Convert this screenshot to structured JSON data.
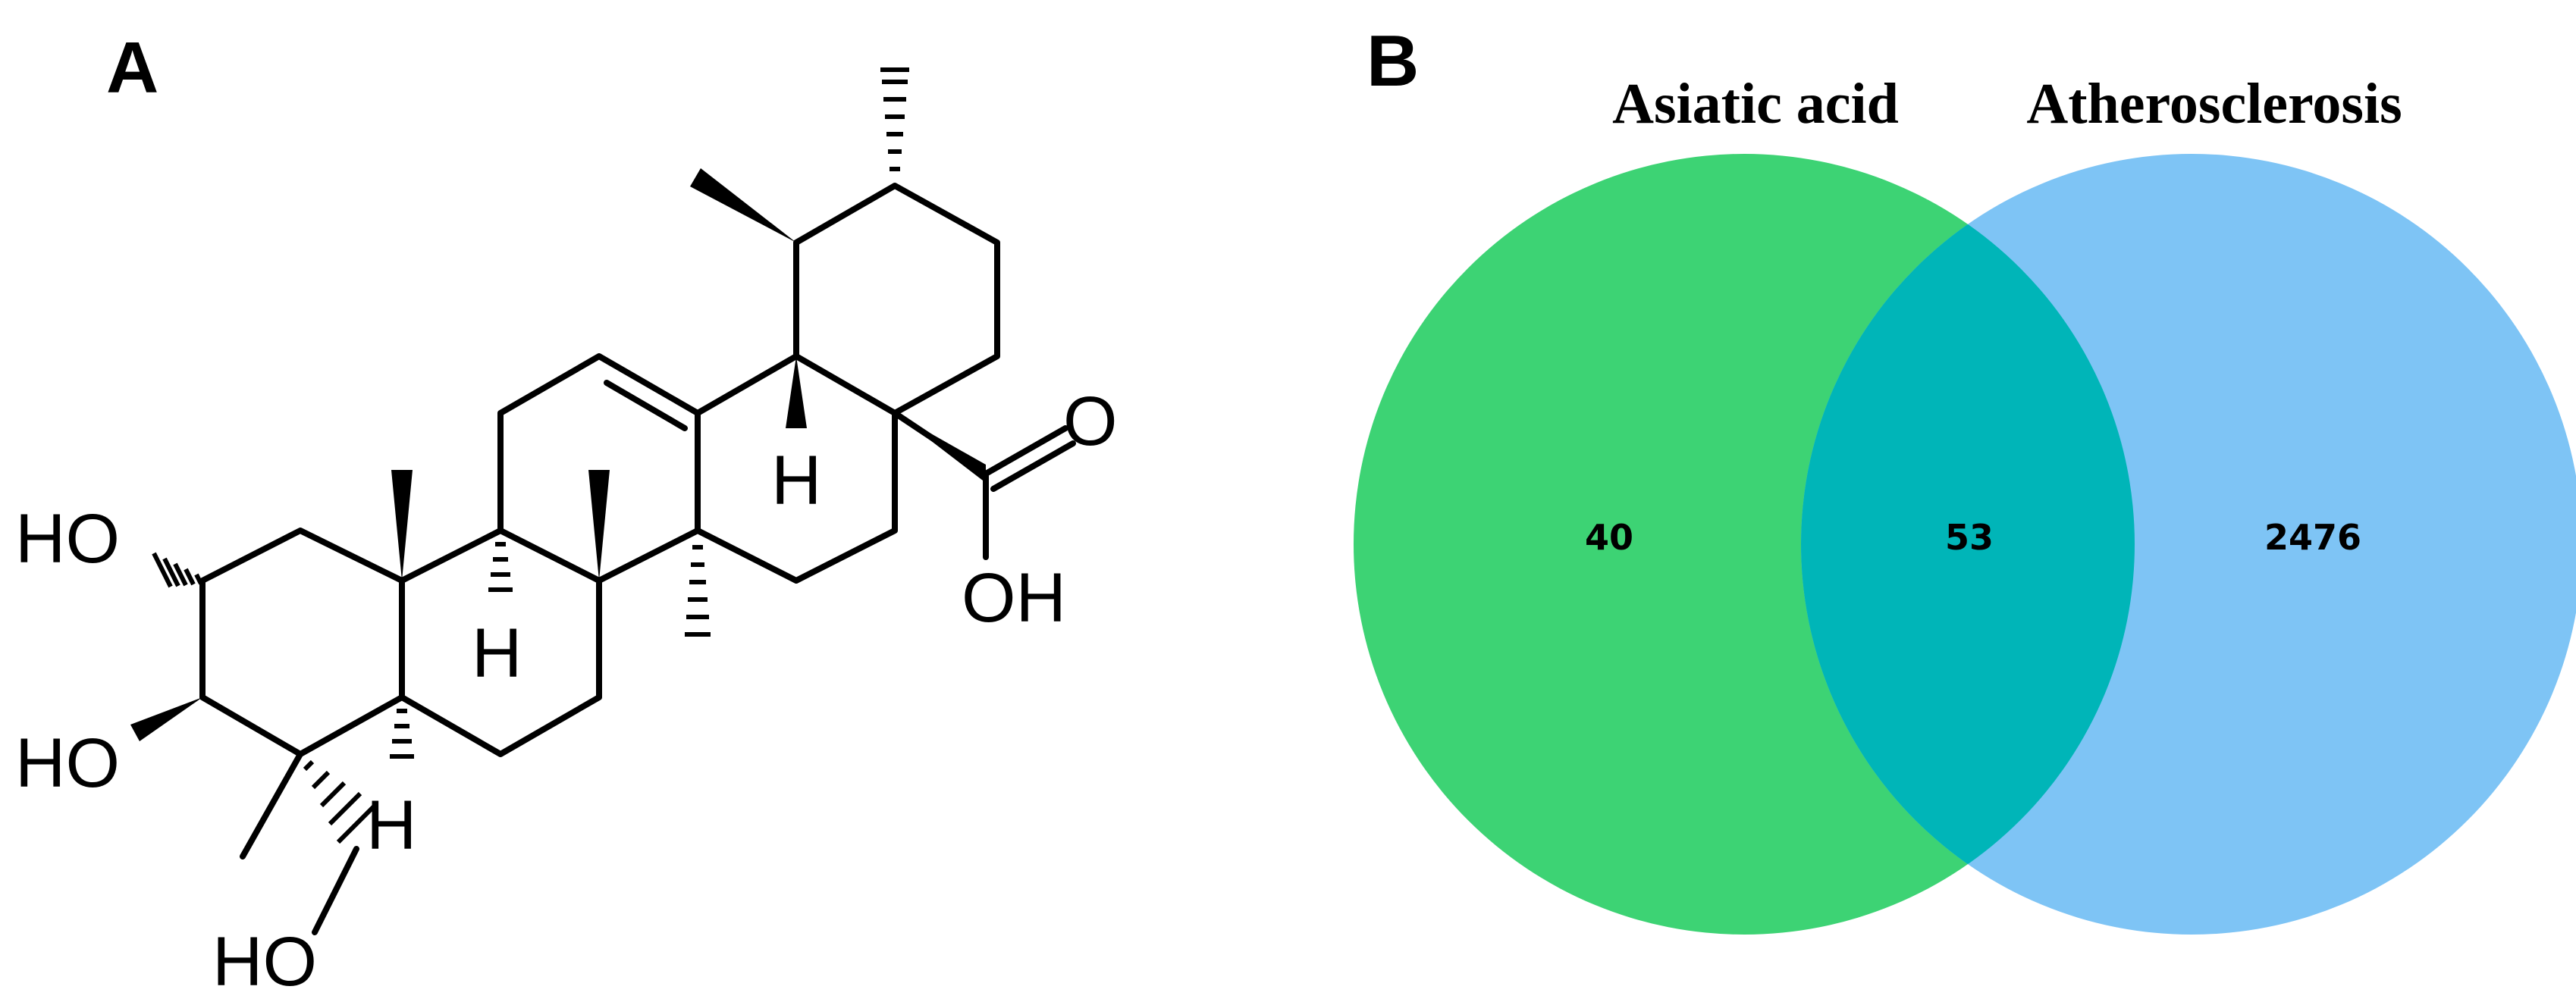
{
  "panel_a": {
    "label": "A",
    "atoms": {
      "ho_c2": "HO",
      "ho_c3": "HO",
      "ho_c23": "HO",
      "h_c5": "H",
      "h_c9": "H",
      "h_c18": "H",
      "carbonyl_o": "O",
      "carboxyl_oh": "OH"
    }
  },
  "panel_b": {
    "label": "B",
    "sets": [
      {
        "title": "Asiatic acid",
        "color": "#3dd374"
      },
      {
        "title": "Atherosclerosis",
        "color": "#7ec4f5"
      }
    ],
    "overlap_color": "#00b5b8",
    "counts": {
      "only_left": "40",
      "overlap": "53",
      "only_right": "2476"
    }
  }
}
